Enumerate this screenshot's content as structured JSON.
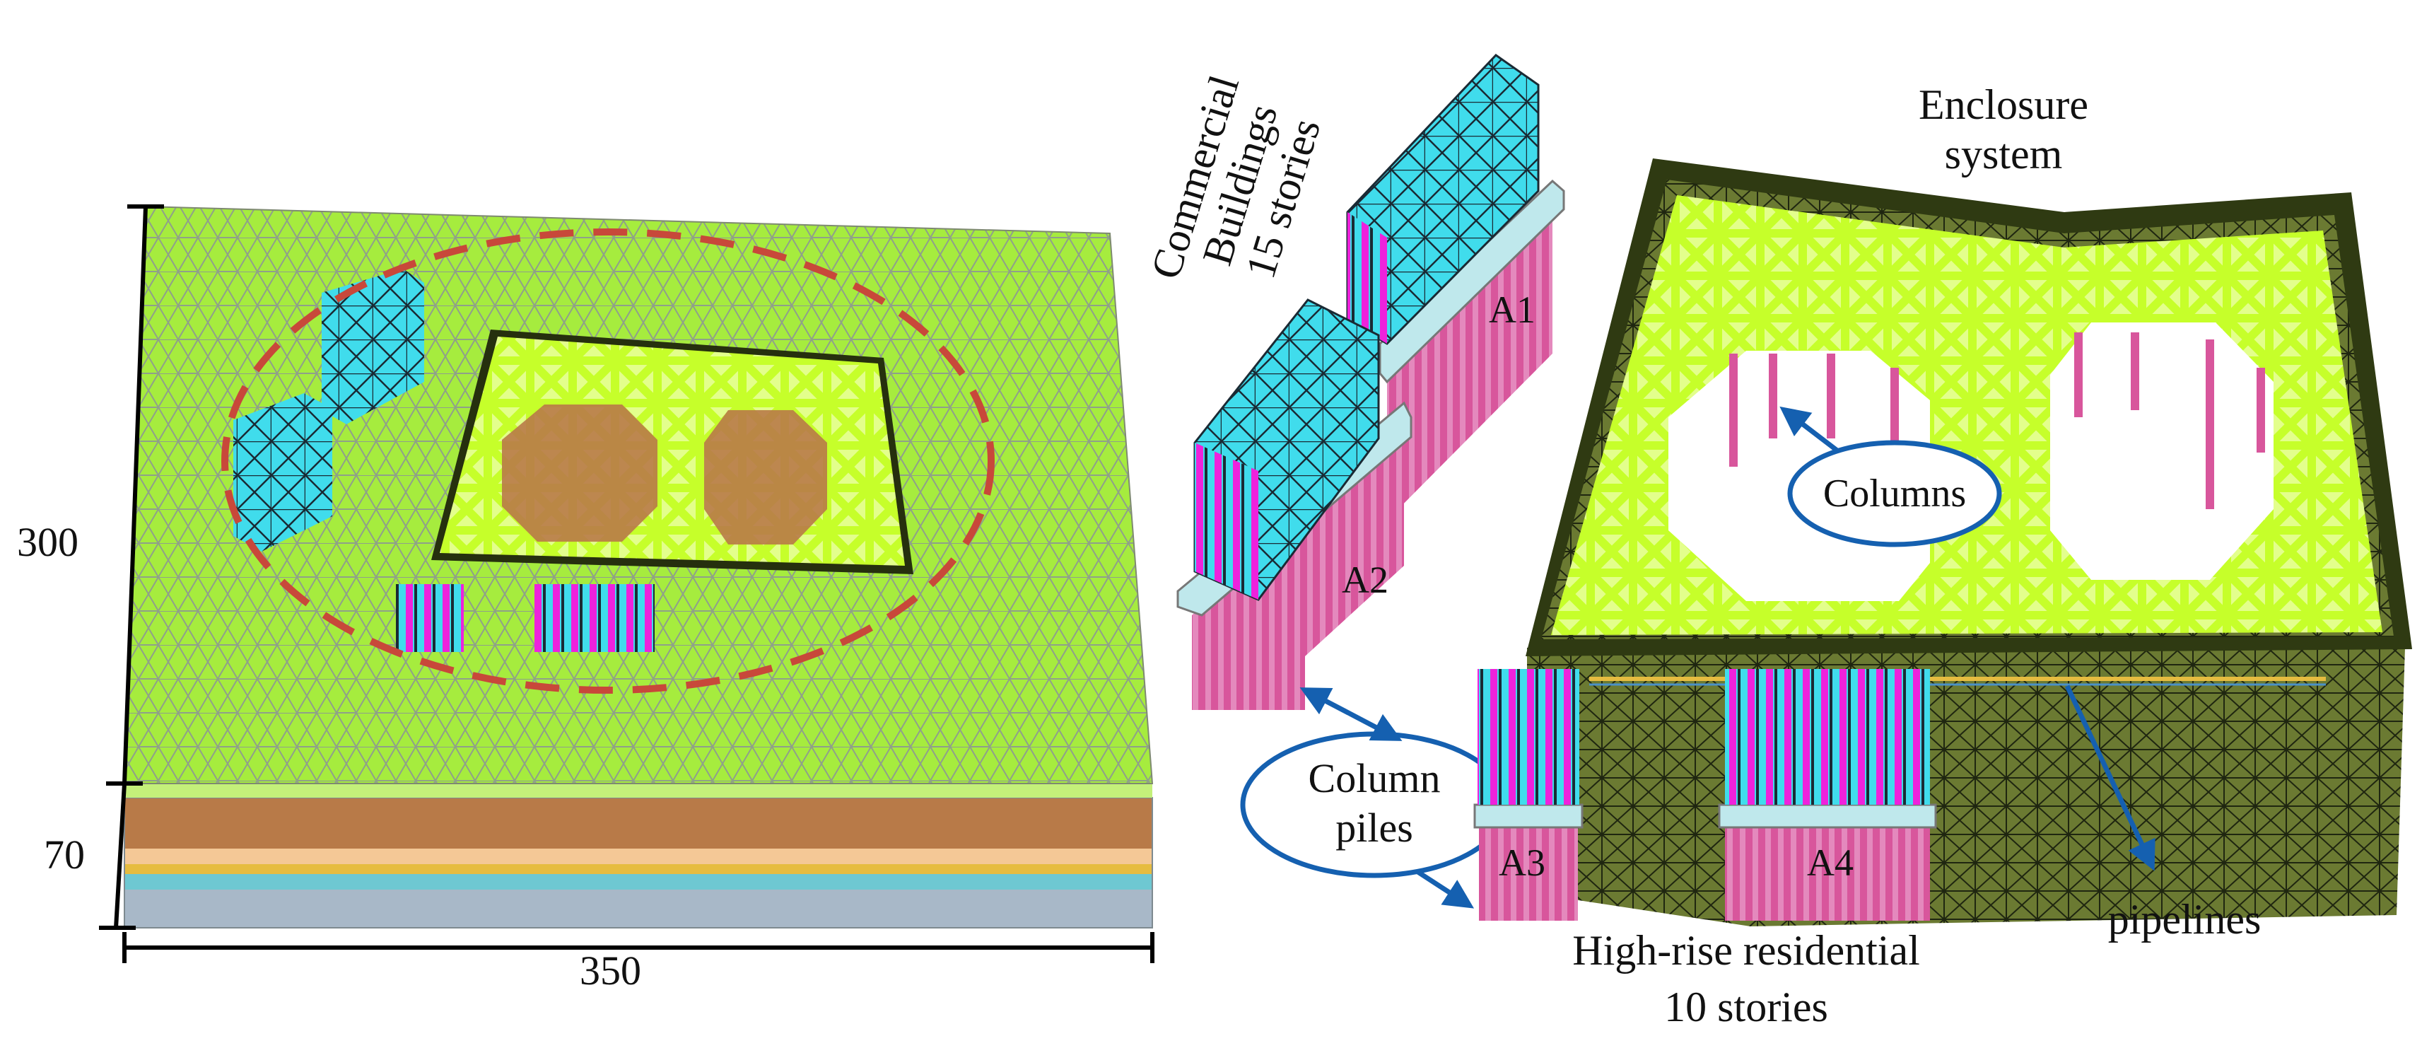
{
  "left_model": {
    "dim_height": "300",
    "dim_depth": "70",
    "dim_width": "350"
  },
  "labels": {
    "commercial": [
      "Commercial",
      "Buildings",
      "15 stories"
    ],
    "a1": "A1",
    "a2": "A2",
    "a3": "A3",
    "a4": "A4",
    "column_piles": [
      "Column",
      "piles"
    ],
    "residential": [
      "High-rise residential",
      "10 stories"
    ],
    "enclosure": [
      "Enclosure",
      "system"
    ],
    "columns": "Columns",
    "pipelines": "pipelines"
  },
  "colors": {
    "ground_mesh": "#a6ec3e",
    "mesh_line": "#8a9a8a",
    "soil_brown": "#b87a48",
    "soil_peach": "#f4c896",
    "soil_yellow": "#e6bc40",
    "soil_cyan": "#6ec8d2",
    "soil_grey": "#a8b8c8",
    "building_cyan": "#40dcec",
    "column_magenta": "#ee22dc",
    "pile_pink": "#d8569c",
    "enclosure_olive": "#6b7a32",
    "strut_green": "#c6ff2a",
    "callout_blue": "#1560b0",
    "circle_red": "#c8483a"
  }
}
